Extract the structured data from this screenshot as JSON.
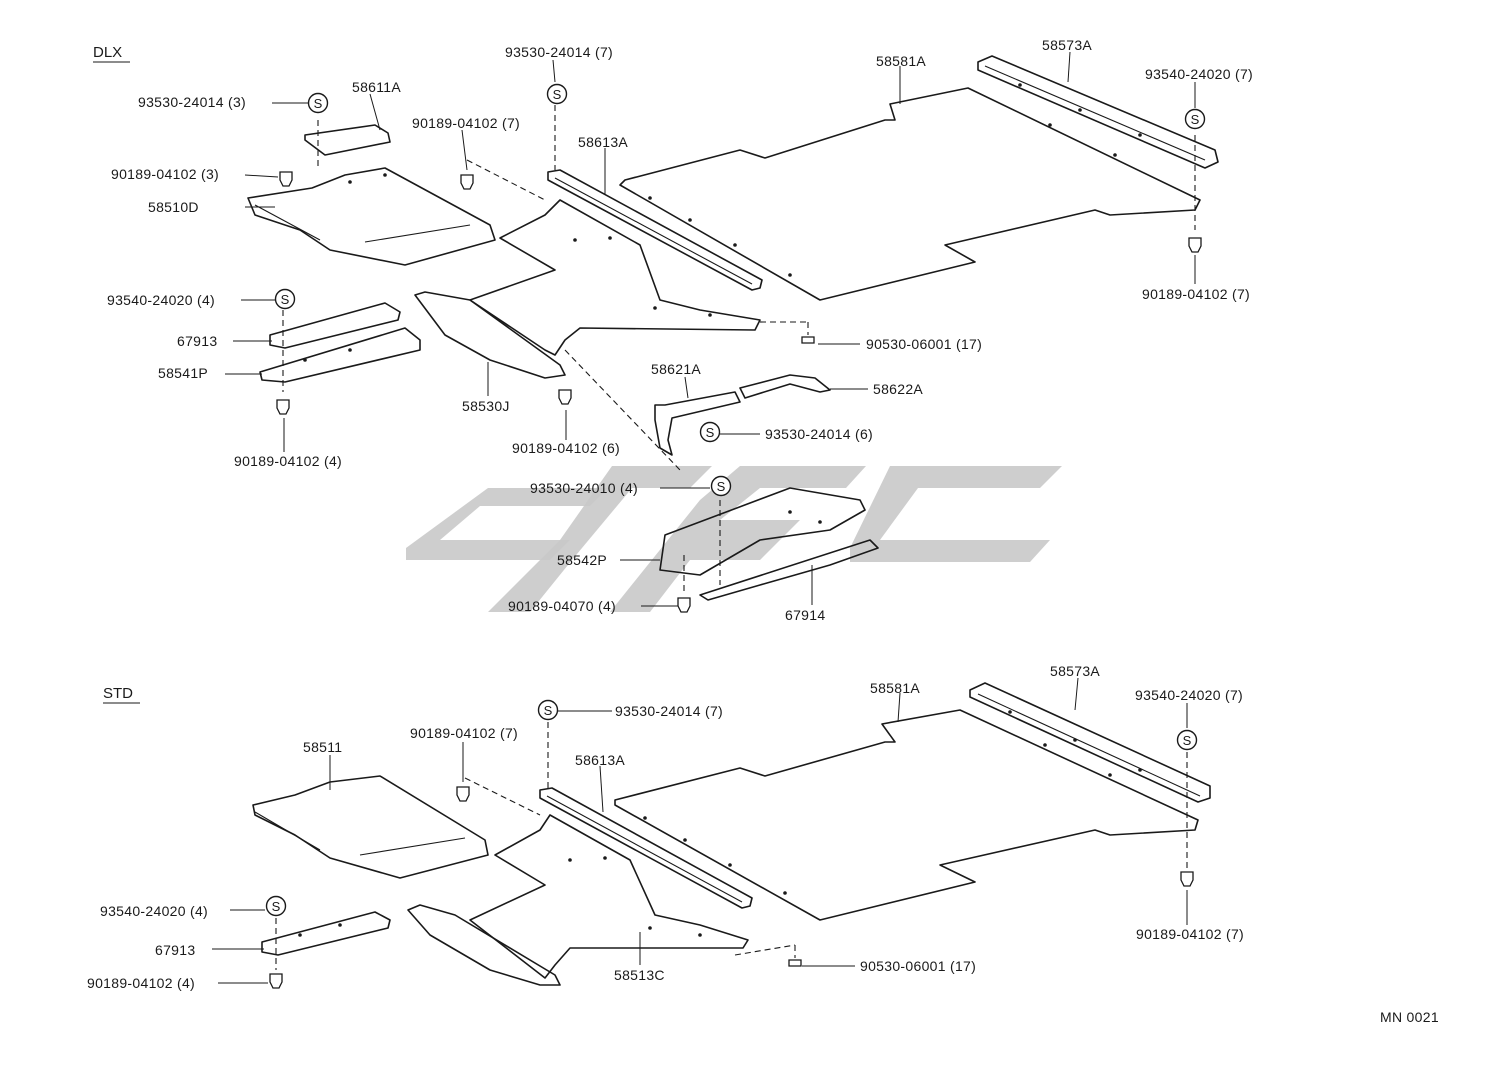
{
  "sections": {
    "dlx": "DLX",
    "std": "STD"
  },
  "symbol_s": "S",
  "dlx_labels": {
    "l1": "93530-24014 (7)",
    "l2": "58581A",
    "l3": "58573A",
    "l4": "93540-24020 (7)",
    "l5": "93530-24014 (3)",
    "l6": "58611A",
    "l7": "90189-04102 (7)",
    "l8": "58613A",
    "l9": "90189-04102 (3)",
    "l10": "58510D",
    "l11": "90189-04102 (7)",
    "l12": "93540-24020 (4)",
    "l13": "67913",
    "l14": "90530-06001 (17)",
    "l15": "58541P",
    "l16": "58621A",
    "l17": "58622A",
    "l18": "58530J",
    "l19": "93530-24014 (6)",
    "l20": "90189-04102 (6)",
    "l21": "90189-04102 (4)",
    "l22": "93530-24010 (4)",
    "l23": "58542P",
    "l24": "90189-04070 (4)",
    "l25": "67914"
  },
  "std_labels": {
    "l1": "58581A",
    "l2": "58573A",
    "l3": "93530-24014 (7)",
    "l4": "93540-24020 (7)",
    "l5": "90189-04102 (7)",
    "l6": "58511",
    "l7": "58613A",
    "l8": "93540-24020 (4)",
    "l9": "67913",
    "l10": "90530-06001 (17)",
    "l11": "90189-04102 (7)",
    "l12": "90189-04102 (4)",
    "l13": "58513C"
  },
  "footer_code": "MN 0021"
}
